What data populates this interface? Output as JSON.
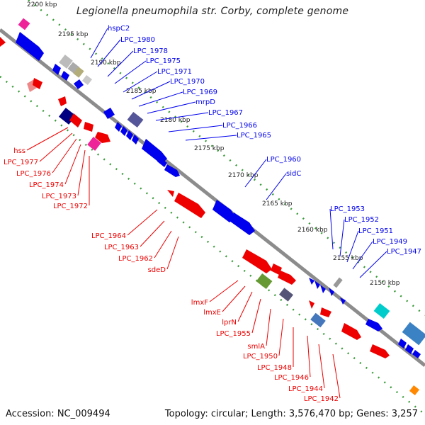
{
  "title": "Legionella pneumophila str. Corby, complete genome",
  "accession": "Accession: NC_009494",
  "topology": "Topology: circular; Length: 3,576,470 bp; Genes: 3,257",
  "colors": {
    "forward": "#0000ee",
    "reverse": "#ee0000",
    "tick": "#2a8a2a",
    "backbone": "#8c8c8c"
  },
  "scale": {
    "kbp_labels": [
      "2200 kbp",
      "2195 kbp",
      "2190 kbp",
      "2185 kbp",
      "2180 kbp",
      "2175 kbp",
      "2170 kbp",
      "2165 kbp",
      "2160 kbp",
      "2155 kbp",
      "2150 kbp"
    ]
  },
  "forward_genes": [
    "hspC2",
    "LPC_1980",
    "LPC_1978",
    "LPC_1975",
    "LPC_1971",
    "LPC_1970",
    "LPC_1969",
    "mrpD",
    "LPC_1967",
    "LPC_1966",
    "LPC_1965",
    "LPC_1960",
    "sidC",
    "LPC_1953",
    "LPC_1952",
    "LPC_1951",
    "LPC_1949",
    "LPC_1947"
  ],
  "reverse_genes": [
    "hss",
    "LPC_1977",
    "LPC_1976",
    "LPC_1974",
    "LPC_1973",
    "LPC_1972",
    "LPC_1964",
    "LPC_1963",
    "LPC_1962",
    "sdeD",
    "lmxF",
    "lmxE",
    "lprN",
    "LPC_1955",
    "smlA",
    "LPC_1950",
    "LPC_1948",
    "LPC_1946",
    "LPC_1944",
    "LPC_1942"
  ]
}
